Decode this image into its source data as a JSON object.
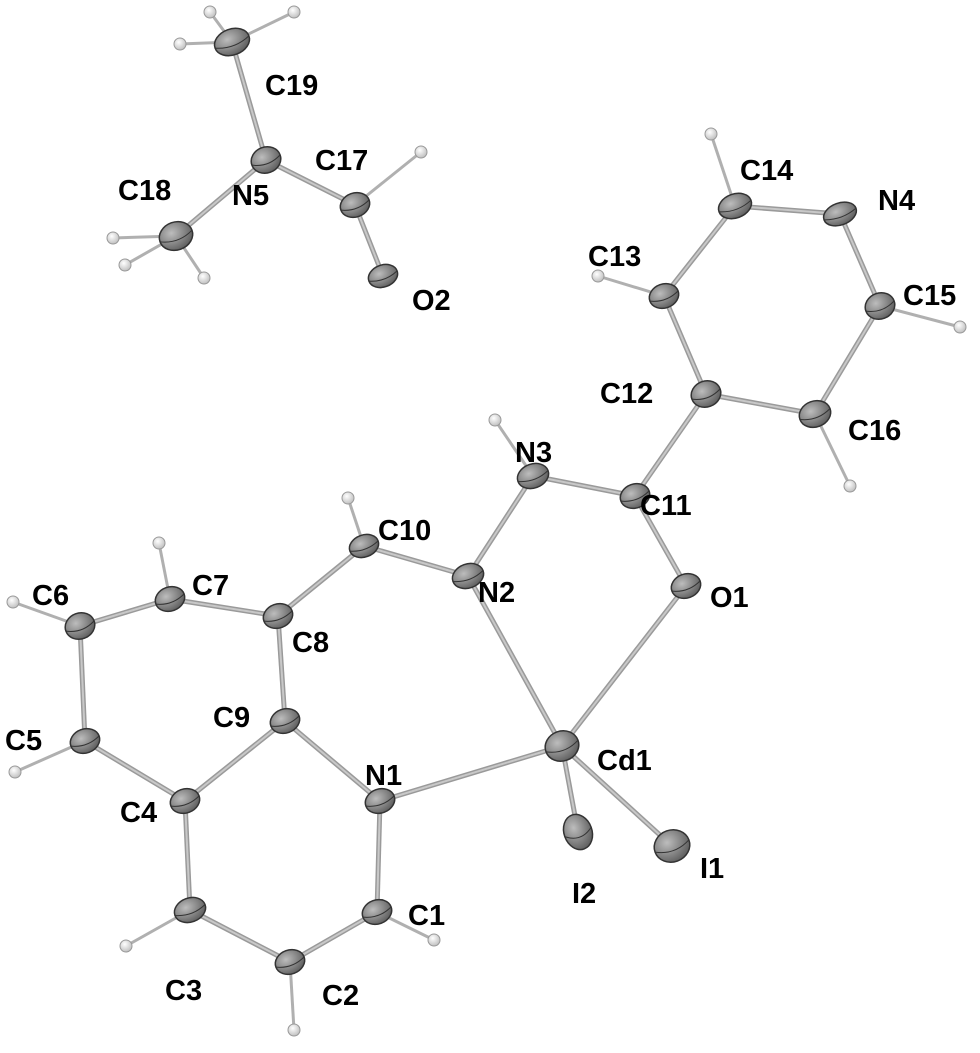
{
  "atoms": [
    {
      "id": "C19",
      "label": "C19"
    },
    {
      "id": "N5",
      "label": "N5"
    },
    {
      "id": "C17",
      "label": "C17"
    },
    {
      "id": "O2",
      "label": "O2"
    },
    {
      "id": "C18",
      "label": "C18"
    },
    {
      "id": "C14",
      "label": "C14"
    },
    {
      "id": "N4",
      "label": "N4"
    },
    {
      "id": "C15",
      "label": "C15"
    },
    {
      "id": "C16",
      "label": "C16"
    },
    {
      "id": "C12",
      "label": "C12"
    },
    {
      "id": "C13",
      "label": "C13"
    },
    {
      "id": "N3",
      "label": "N3"
    },
    {
      "id": "C11",
      "label": "C11"
    },
    {
      "id": "O1",
      "label": "O1"
    },
    {
      "id": "N2",
      "label": "N2"
    },
    {
      "id": "C10",
      "label": "C10"
    },
    {
      "id": "C8",
      "label": "C8"
    },
    {
      "id": "C7",
      "label": "C7"
    },
    {
      "id": "C6",
      "label": "C6"
    },
    {
      "id": "C5",
      "label": "C5"
    },
    {
      "id": "C4",
      "label": "C4"
    },
    {
      "id": "C9",
      "label": "C9"
    },
    {
      "id": "N1",
      "label": "N1"
    },
    {
      "id": "C1",
      "label": "C1"
    },
    {
      "id": "C2",
      "label": "C2"
    },
    {
      "id": "C3",
      "label": "C3"
    },
    {
      "id": "Cd1",
      "label": "Cd1"
    },
    {
      "id": "I1",
      "label": "I1"
    },
    {
      "id": "I2",
      "label": "I2"
    }
  ],
  "bonds": [
    [
      "C19",
      "N5"
    ],
    [
      "N5",
      "C18"
    ],
    [
      "N5",
      "C17"
    ],
    [
      "C17",
      "O2"
    ],
    [
      "C14",
      "N4"
    ],
    [
      "N4",
      "C15"
    ],
    [
      "C15",
      "C16"
    ],
    [
      "C16",
      "C12"
    ],
    [
      "C12",
      "C13"
    ],
    [
      "C13",
      "C14"
    ],
    [
      "C12",
      "C11"
    ],
    [
      "C11",
      "N3"
    ],
    [
      "N3",
      "N2"
    ],
    [
      "C11",
      "O1"
    ],
    [
      "N2",
      "C10"
    ],
    [
      "C10",
      "C8"
    ],
    [
      "C8",
      "C7"
    ],
    [
      "C7",
      "C6"
    ],
    [
      "C6",
      "C5"
    ],
    [
      "C5",
      "C4"
    ],
    [
      "C4",
      "C9"
    ],
    [
      "C9",
      "C8"
    ],
    [
      "C9",
      "N1"
    ],
    [
      "N1",
      "C1"
    ],
    [
      "C1",
      "C2"
    ],
    [
      "C2",
      "C3"
    ],
    [
      "C3",
      "C4"
    ],
    [
      "N2",
      "Cd1"
    ],
    [
      "O1",
      "Cd1"
    ],
    [
      "N1",
      "Cd1"
    ],
    [
      "Cd1",
      "I1"
    ],
    [
      "Cd1",
      "I2"
    ]
  ],
  "hydrogen_parents": [
    "C19",
    "C19",
    "C19",
    "C18",
    "C18",
    "C18",
    "C17",
    "C14",
    "C13",
    "C15",
    "C16",
    "N3",
    "C10",
    "C7",
    "C6",
    "C5",
    "C3",
    "C2",
    "C1"
  ],
  "colors": {
    "atom": "#7a7a7a",
    "atom_dark": "#4a4a4a",
    "bond": "#8a8a8a",
    "hydrogen": "#d8d8d8"
  }
}
